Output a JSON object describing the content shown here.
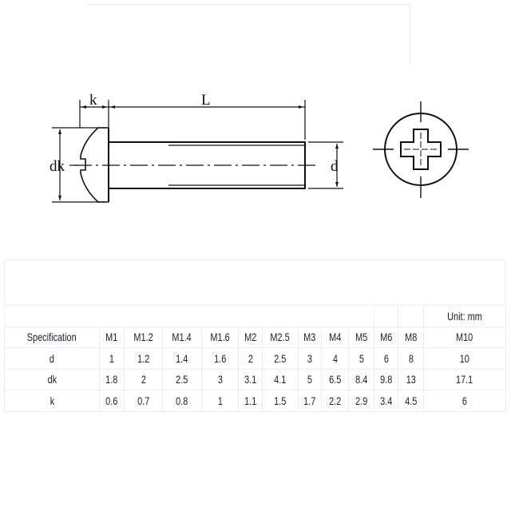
{
  "drawing": {
    "side_view_labels": {
      "k": "k",
      "L": "L",
      "dk": "dk",
      "d": "d"
    },
    "front_view": "phillips-cross-recess-head"
  },
  "table": {
    "unit_label": "Unit:  mm",
    "header": [
      "Specification",
      "M1",
      "M1.2",
      "M1.4",
      "M1.6",
      "M2",
      "M2.5",
      "M3",
      "M4",
      "M5",
      "M6",
      "M8",
      "M10"
    ],
    "rows": [
      [
        "d",
        "1",
        "1.2",
        "1.4",
        "1.6",
        "2",
        "2.5",
        "3",
        "4",
        "5",
        "6",
        "8",
        "10"
      ],
      [
        "dk",
        "1.8",
        "2",
        "2.5",
        "3",
        "3.1",
        "4.1",
        "5",
        "6.5",
        "8.4",
        "9.8",
        "13",
        "17.1"
      ],
      [
        "k",
        "0.6",
        "0.7",
        "0.8",
        "1",
        "1.1",
        "1.5",
        "1.7",
        "2.2",
        "2.9",
        "3.4",
        "4.5",
        "6"
      ]
    ]
  },
  "colors": {
    "line": "#111111",
    "grid": "#ececec",
    "text": "#1c1c2c"
  }
}
